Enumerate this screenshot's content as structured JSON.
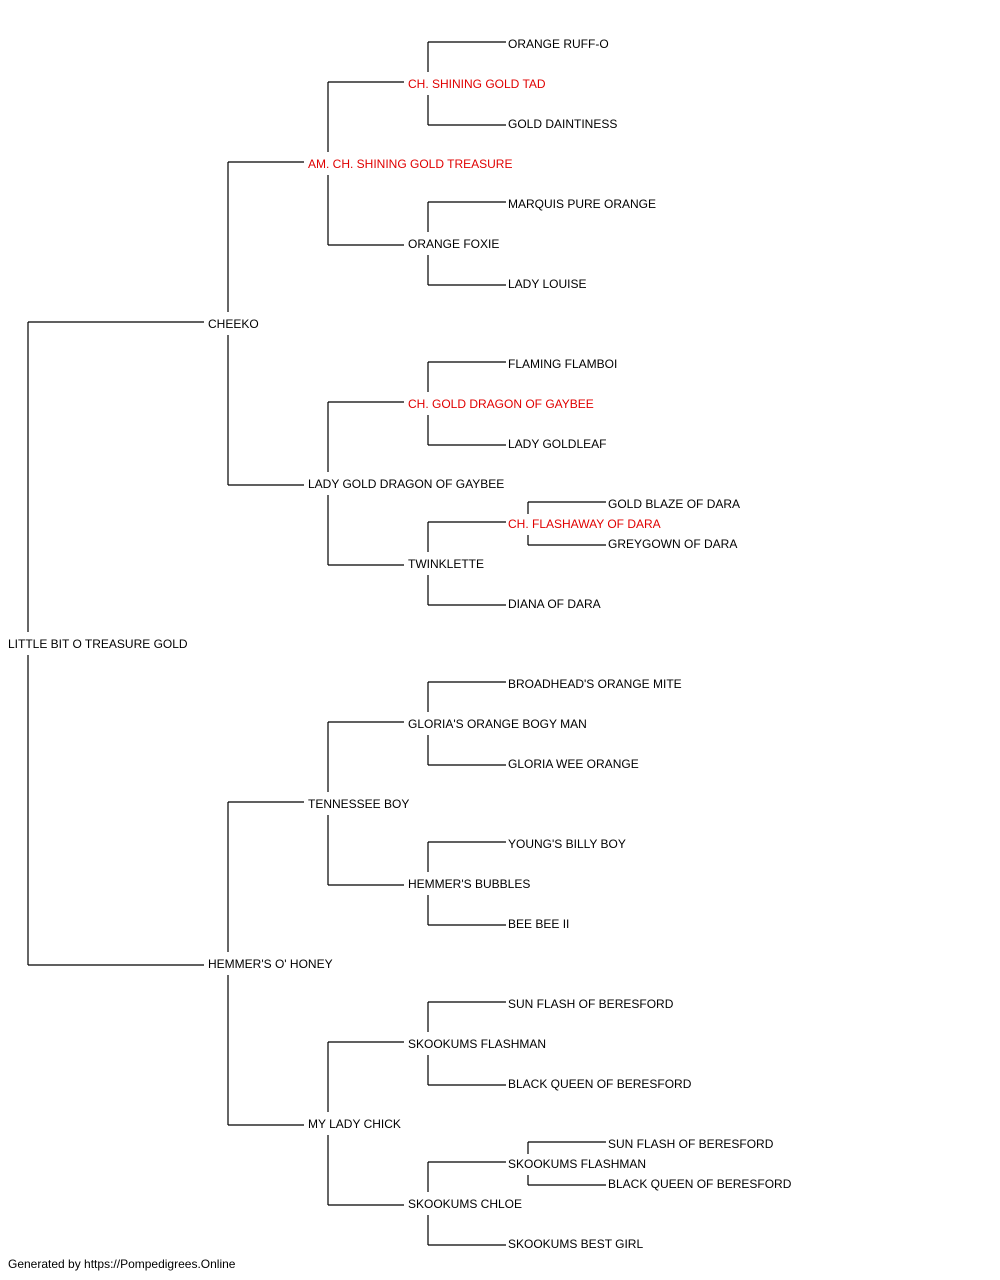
{
  "colors": {
    "champion": "#e00000",
    "normal": "#000000",
    "line": "#000000"
  },
  "subject": {
    "name": "LITTLE BIT O TREASURE GOLD",
    "champion": false
  },
  "sire": {
    "name": "CHEEKO",
    "champion": false,
    "sire": {
      "name": "AM. CH. SHINING GOLD TREASURE",
      "champion": true,
      "sire": {
        "name": "CH. SHINING GOLD TAD",
        "champion": true,
        "sire": {
          "name": "ORANGE RUFF-O",
          "champion": false
        },
        "dam": {
          "name": "GOLD DAINTINESS",
          "champion": false
        }
      },
      "dam": {
        "name": "ORANGE FOXIE",
        "champion": false,
        "sire": {
          "name": "MARQUIS PURE ORANGE",
          "champion": false
        },
        "dam": {
          "name": "LADY LOUISE",
          "champion": false
        }
      }
    },
    "dam": {
      "name": "LADY GOLD DRAGON OF GAYBEE",
      "champion": false,
      "sire": {
        "name": "CH. GOLD DRAGON OF GAYBEE",
        "champion": true,
        "sire": {
          "name": "FLAMING FLAMBOI",
          "champion": false
        },
        "dam": {
          "name": "LADY GOLDLEAF",
          "champion": false
        }
      },
      "dam": {
        "name": "TWINKLETTE",
        "champion": false,
        "sire": {
          "name": "CH. FLASHAWAY OF DARA",
          "champion": true,
          "sire": {
            "name": "GOLD BLAZE OF DARA",
            "champion": false
          },
          "dam": {
            "name": "GREYGOWN OF DARA",
            "champion": false
          }
        },
        "dam": {
          "name": "DIANA OF DARA",
          "champion": false
        }
      }
    }
  },
  "dam": {
    "name": "HEMMER'S O' HONEY",
    "champion": false,
    "sire": {
      "name": "TENNESSEE BOY",
      "champion": false,
      "sire": {
        "name": "GLORIA'S ORANGE BOGY MAN",
        "champion": false,
        "sire": {
          "name": "BROADHEAD'S ORANGE MITE",
          "champion": false
        },
        "dam": {
          "name": "GLORIA WEE ORANGE",
          "champion": false
        }
      },
      "dam": {
        "name": "HEMMER'S BUBBLES",
        "champion": false,
        "sire": {
          "name": "YOUNG'S BILLY BOY",
          "champion": false
        },
        "dam": {
          "name": "BEE BEE II",
          "champion": false
        }
      }
    },
    "dam": {
      "name": "MY LADY CHICK",
      "champion": false,
      "sire": {
        "name": "SKOOKUMS FLASHMAN",
        "champion": false,
        "sire": {
          "name": "SUN FLASH OF BERESFORD",
          "champion": false
        },
        "dam": {
          "name": "BLACK QUEEN OF BERESFORD",
          "champion": false
        }
      },
      "dam": {
        "name": "SKOOKUMS CHLOE",
        "champion": false,
        "sire": {
          "name": "SKOOKUMS FLASHMAN",
          "champion": false,
          "sire": {
            "name": "SUN FLASH OF BERESFORD",
            "champion": false
          },
          "dam": {
            "name": "BLACK QUEEN OF BERESFORD",
            "champion": false
          }
        },
        "dam": {
          "name": "SKOOKUMS BEST GIRL",
          "champion": false
        }
      }
    }
  },
  "footer": {
    "text": "Generated by https://Pompedigrees.Online"
  }
}
